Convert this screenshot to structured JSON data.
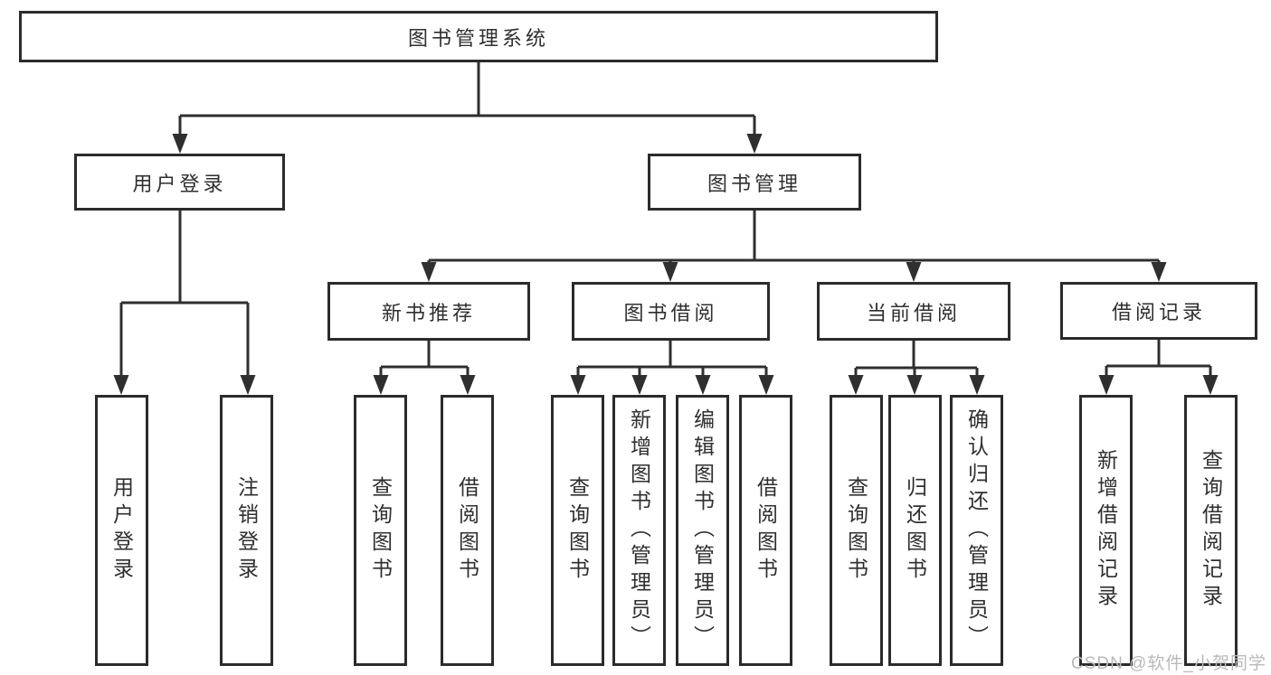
{
  "colors": {
    "line": "#2f2f2f",
    "box_border": "#2b2b2b",
    "text": "#2f2f2f",
    "watermark": "#b9b9b9"
  },
  "tree": {
    "label": "图书管理系统",
    "children": [
      {
        "label": "用户登录",
        "children": [
          {
            "label": "用户登录"
          },
          {
            "label": "注销登录"
          }
        ]
      },
      {
        "label": "图书管理",
        "children": [
          {
            "label": "新书推荐",
            "children": [
              {
                "label": "查询图书"
              },
              {
                "label": "借阅图书"
              }
            ]
          },
          {
            "label": "图书借阅",
            "children": [
              {
                "label": "查询图书"
              },
              {
                "label": "新增图书（管理员）"
              },
              {
                "label": "编辑图书（管理员）"
              },
              {
                "label": "借阅图书"
              }
            ]
          },
          {
            "label": "当前借阅",
            "children": [
              {
                "label": "查询图书"
              },
              {
                "label": "归还图书"
              },
              {
                "label": "确认归还（管理员）"
              }
            ]
          },
          {
            "label": "借阅记录",
            "children": [
              {
                "label": "新增借阅记录"
              },
              {
                "label": "查询借阅记录"
              }
            ]
          }
        ]
      }
    ]
  },
  "watermark": {
    "text": "CSDN @软件_小贺同学"
  }
}
